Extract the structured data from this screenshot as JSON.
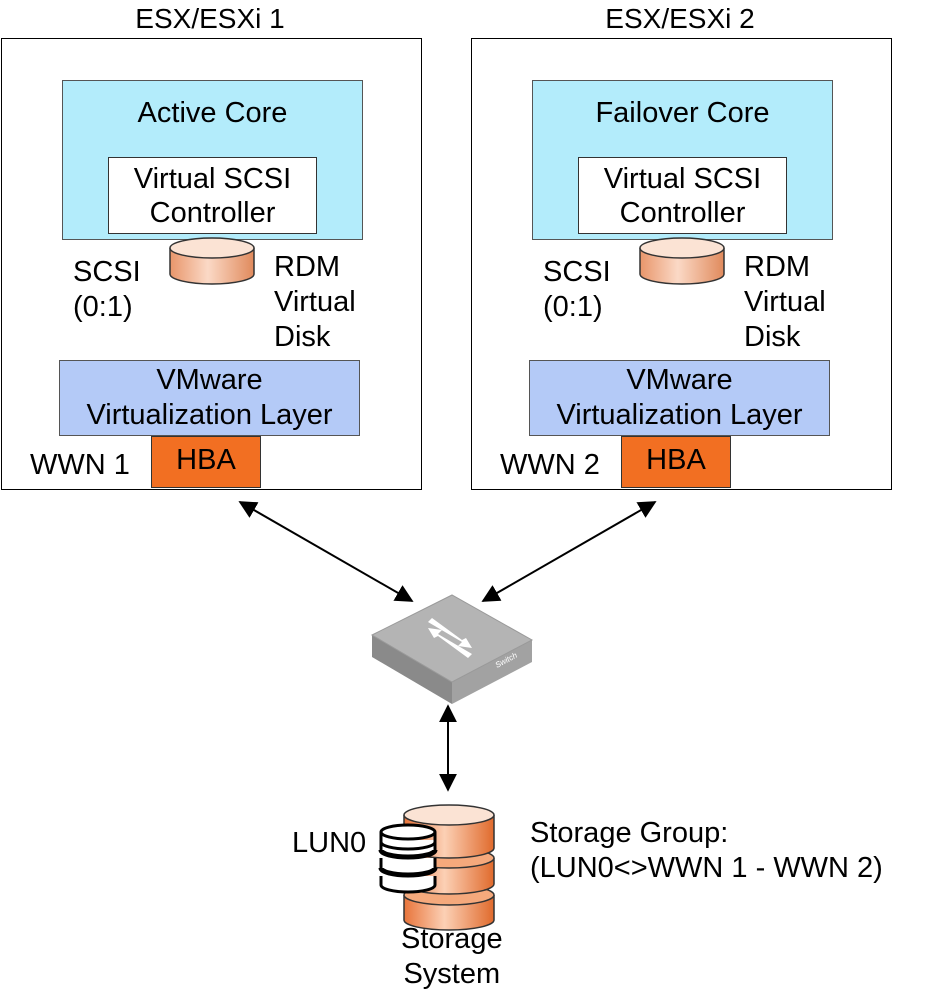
{
  "hosts": [
    {
      "title": "ESX/ESXi 1",
      "core": "Active Core",
      "controller_line1": "Virtual SCSI",
      "controller_line2": "Controller",
      "scsi_line1": "SCSI",
      "scsi_line2": "(0:1)",
      "rdm_line1": "RDM",
      "rdm_line2": "Virtual",
      "rdm_line3": "Disk",
      "layer_line1": "VMware",
      "layer_line2": "Virtualization Layer",
      "wwn": "WWN 1",
      "hba": "HBA"
    },
    {
      "title": "ESX/ESXi 2",
      "core": "Failover Core",
      "controller_line1": "Virtual SCSI",
      "controller_line2": "Controller",
      "scsi_line1": "SCSI",
      "scsi_line2": "(0:1)",
      "rdm_line1": "RDM",
      "rdm_line2": "Virtual",
      "rdm_line3": "Disk",
      "layer_line1": "VMware",
      "layer_line2": "Virtualization Layer",
      "wwn": "WWN 2",
      "hba": "HBA"
    }
  ],
  "switch": {
    "label": "Switch"
  },
  "storage": {
    "lun_label": "LUN0",
    "system_line1": "Storage",
    "system_line2": "System",
    "group_line1": "Storage Group:",
    "group_line2": "(LUN0<>WWN 1 - WWN 2)"
  },
  "colors": {
    "core": "#b3ecfb",
    "layer": "#b4caf7",
    "hba": "#f26f22",
    "disk": "#f5c3a8"
  }
}
